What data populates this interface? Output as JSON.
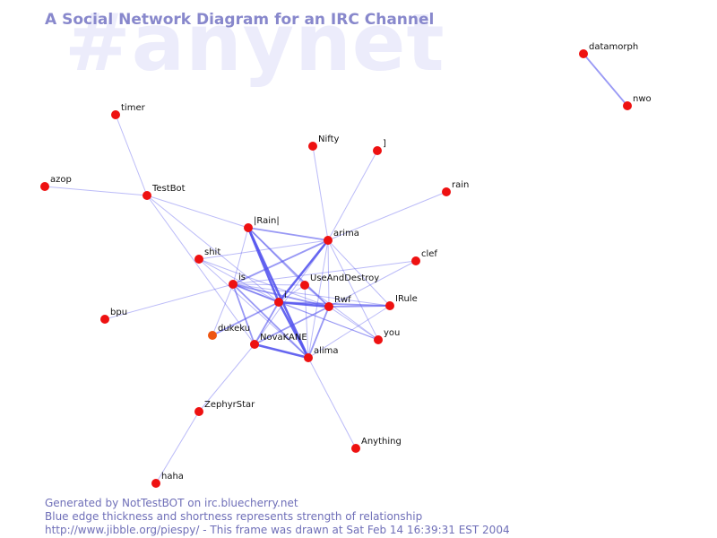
{
  "watermark": "#anynet",
  "title": "A Social Network Diagram for an IRC Channel",
  "footer": {
    "line1": "Generated by NotTestBOT on irc.bluecherry.net",
    "line2": "Blue edge thickness and shortness represents strength of relationship",
    "line3": "http://www.jibble.org/piespy/ - This frame was drawn at Sat Feb 14 16:39:31 EST 2004"
  },
  "colors": {
    "node": "#ee1111",
    "node_alt": "#ee5511",
    "edge": "#5555ee",
    "title": "#8888cc"
  },
  "graph": {
    "nodes": [
      {
        "id": "datamorph",
        "label": "datamorph"
      },
      {
        "id": "nwo",
        "label": "nwo"
      },
      {
        "id": "timer",
        "label": "timer"
      },
      {
        "id": "azop",
        "label": "azop"
      },
      {
        "id": "TestBot",
        "label": "TestBot"
      },
      {
        "id": "Nifty",
        "label": "Nifty"
      },
      {
        "id": "bracket",
        "label": "]"
      },
      {
        "id": "rain",
        "label": "rain"
      },
      {
        "id": "Rain",
        "label": "|Rain|"
      },
      {
        "id": "arima",
        "label": "arima"
      },
      {
        "id": "shit",
        "label": "shit"
      },
      {
        "id": "clef",
        "label": "clef"
      },
      {
        "id": "is",
        "label": "is"
      },
      {
        "id": "UseAndDestroy",
        "label": "UseAndDestroy"
      },
      {
        "id": "i",
        "label": "i"
      },
      {
        "id": "Rwf",
        "label": "Rwf"
      },
      {
        "id": "IRule",
        "label": "IRule"
      },
      {
        "id": "bpu",
        "label": "bpu"
      },
      {
        "id": "dukeku",
        "label": "dukeku",
        "alt": true
      },
      {
        "id": "NovaKANE",
        "label": "NovaKANE"
      },
      {
        "id": "you",
        "label": "you"
      },
      {
        "id": "alima",
        "label": "alima"
      },
      {
        "id": "ZephyrStar",
        "label": "ZephyrStar"
      },
      {
        "id": "Anything",
        "label": "Anything"
      },
      {
        "id": "haha",
        "label": "haha"
      }
    ],
    "edges": [
      {
        "a": "datamorph",
        "b": "nwo",
        "w": 2
      },
      {
        "a": "timer",
        "b": "TestBot",
        "w": 1
      },
      {
        "a": "azop",
        "b": "TestBot",
        "w": 1
      },
      {
        "a": "TestBot",
        "b": "Rain",
        "w": 1
      },
      {
        "a": "TestBot",
        "b": "i",
        "w": 1
      },
      {
        "a": "TestBot",
        "b": "NovaKANE",
        "w": 1
      },
      {
        "a": "Nifty",
        "b": "arima",
        "w": 1
      },
      {
        "a": "bracket",
        "b": "arima",
        "w": 1
      },
      {
        "a": "rain",
        "b": "arima",
        "w": 1
      },
      {
        "a": "Rain",
        "b": "arima",
        "w": 2
      },
      {
        "a": "Rain",
        "b": "i",
        "w": 3
      },
      {
        "a": "Rain",
        "b": "alima",
        "w": 3
      },
      {
        "a": "Rain",
        "b": "is",
        "w": 1
      },
      {
        "a": "Rain",
        "b": "Rwf",
        "w": 2
      },
      {
        "a": "Rain",
        "b": "UseAndDestroy",
        "w": 1
      },
      {
        "a": "arima",
        "b": "i",
        "w": 3
      },
      {
        "a": "arima",
        "b": "is",
        "w": 2
      },
      {
        "a": "arima",
        "b": "shit",
        "w": 1
      },
      {
        "a": "arima",
        "b": "IRule",
        "w": 1
      },
      {
        "a": "arima",
        "b": "Rwf",
        "w": 1
      },
      {
        "a": "arima",
        "b": "alima",
        "w": 1
      },
      {
        "a": "arima",
        "b": "NovaKANE",
        "w": 1
      },
      {
        "a": "arima",
        "b": "you",
        "w": 1
      },
      {
        "a": "shit",
        "b": "i",
        "w": 1
      },
      {
        "a": "shit",
        "b": "Rwf",
        "w": 1
      },
      {
        "a": "shit",
        "b": "alima",
        "w": 1
      },
      {
        "a": "clef",
        "b": "is",
        "w": 1
      },
      {
        "a": "clef",
        "b": "Rwf",
        "w": 1
      },
      {
        "a": "is",
        "b": "i",
        "w": 2
      },
      {
        "a": "is",
        "b": "Rwf",
        "w": 2
      },
      {
        "a": "is",
        "b": "NovaKANE",
        "w": 2
      },
      {
        "a": "is",
        "b": "alima",
        "w": 2
      },
      {
        "a": "is",
        "b": "IRule",
        "w": 1
      },
      {
        "a": "is",
        "b": "UseAndDestroy",
        "w": 1
      },
      {
        "a": "is",
        "b": "you",
        "w": 1
      },
      {
        "a": "is",
        "b": "bpu",
        "w": 1
      },
      {
        "a": "UseAndDestroy",
        "b": "Rwf",
        "w": 1
      },
      {
        "a": "UseAndDestroy",
        "b": "i",
        "w": 1
      },
      {
        "a": "UseAndDestroy",
        "b": "alima",
        "w": 1
      },
      {
        "a": "UseAndDestroy",
        "b": "you",
        "w": 1
      },
      {
        "a": "i",
        "b": "Rwf",
        "w": 3
      },
      {
        "a": "i",
        "b": "IRule",
        "w": 2
      },
      {
        "a": "i",
        "b": "NovaKANE",
        "w": 2
      },
      {
        "a": "i",
        "b": "alima",
        "w": 3
      },
      {
        "a": "i",
        "b": "dukeku",
        "w": 2
      },
      {
        "a": "i",
        "b": "you",
        "w": 1
      },
      {
        "a": "Rwf",
        "b": "IRule",
        "w": 2
      },
      {
        "a": "Rwf",
        "b": "you",
        "w": 1
      },
      {
        "a": "Rwf",
        "b": "alima",
        "w": 2
      },
      {
        "a": "Rwf",
        "b": "NovaKANE",
        "w": 2
      },
      {
        "a": "IRule",
        "b": "alima",
        "w": 1
      },
      {
        "a": "NovaKANE",
        "b": "alima",
        "w": 3
      },
      {
        "a": "NovaKANE",
        "b": "ZephyrStar",
        "w": 1
      },
      {
        "a": "dukeku",
        "b": "is",
        "w": 1
      },
      {
        "a": "alima",
        "b": "Anything",
        "w": 1
      },
      {
        "a": "ZephyrStar",
        "b": "haha",
        "w": 1
      }
    ]
  }
}
